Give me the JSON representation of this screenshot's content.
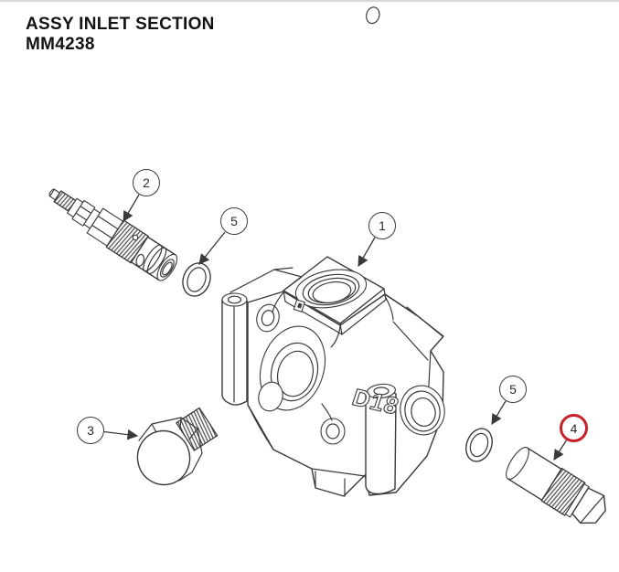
{
  "title": {
    "line1": "ASSY INLET SECTION",
    "line2": "MM4238"
  },
  "diagram": {
    "body_marking": "D18",
    "callouts": [
      {
        "label": "1",
        "highlighted": false
      },
      {
        "label": "2",
        "highlighted": false
      },
      {
        "label": "3",
        "highlighted": false
      },
      {
        "label": "4",
        "highlighted": true
      },
      {
        "label": "5",
        "highlighted": false
      },
      {
        "label": "5",
        "highlighted": false
      }
    ],
    "colors": {
      "line": "#3a3a3a",
      "highlight": "#c8202a",
      "background": "#ffffff"
    }
  }
}
